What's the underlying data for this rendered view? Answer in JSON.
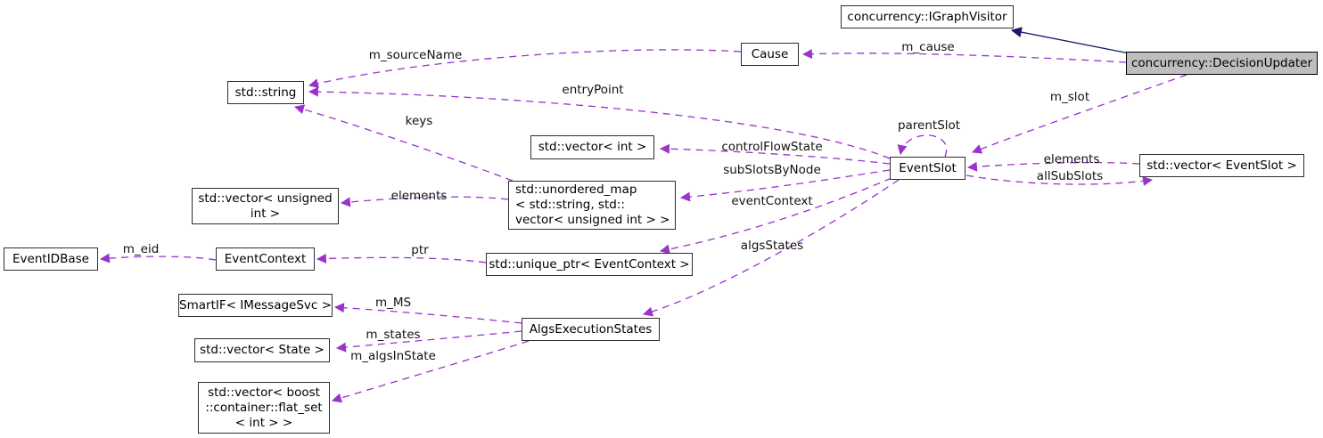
{
  "colors": {
    "usage_edge": "#9a32cd",
    "inheritance_edge": "#191970",
    "highlight_bg": "#bebebe",
    "node_border": "#2e2e2e"
  },
  "nodes": {
    "igraphvisitor": {
      "label": "concurrency::IGraphVisitor"
    },
    "decisionupdater": {
      "label": "concurrency::DecisionUpdater"
    },
    "cause": {
      "label": "Cause"
    },
    "stdstring": {
      "label": "std::string"
    },
    "vectorint": {
      "label": "std::vector< int >"
    },
    "unorderedmap": {
      "label": "std::unordered_map\n< std::string, std::\nvector< unsigned int > >"
    },
    "vectorunsigned": {
      "label": "std::vector< unsigned\nint >"
    },
    "eventidbase": {
      "label": "EventIDBase"
    },
    "eventcontext": {
      "label": "EventContext"
    },
    "uniqueptr": {
      "label": "std::unique_ptr< EventContext >"
    },
    "smartif": {
      "label": "SmartIF< IMessageSvc >"
    },
    "vectorstate": {
      "label": "std::vector< State >"
    },
    "vectorboost": {
      "label": "std::vector< boost\n::container::flat_set\n< int > >"
    },
    "algsexec": {
      "label": "AlgsExecutionStates"
    },
    "eventslot": {
      "label": "EventSlot"
    },
    "vectoreventslot": {
      "label": "std::vector< EventSlot >"
    }
  },
  "edge_labels": {
    "m_cause": "m_cause",
    "m_slot": "m_slot",
    "m_sourceName": "m_sourceName",
    "entryPoint": "entryPoint",
    "keys": "keys",
    "controlFlowState": "controlFlowState",
    "subSlotsByNode": "subSlotsByNode",
    "eventContext": "eventContext",
    "algsStates": "algsStates",
    "parentSlot": "parentSlot",
    "elements_eventslot": "elements",
    "allSubSlots": "allSubSlots",
    "elements_unsigned": "elements",
    "m_eid": "m_eid",
    "ptr": "ptr",
    "m_MS": "m_MS",
    "m_states": "m_states",
    "m_algsInState": "m_algsInState"
  }
}
